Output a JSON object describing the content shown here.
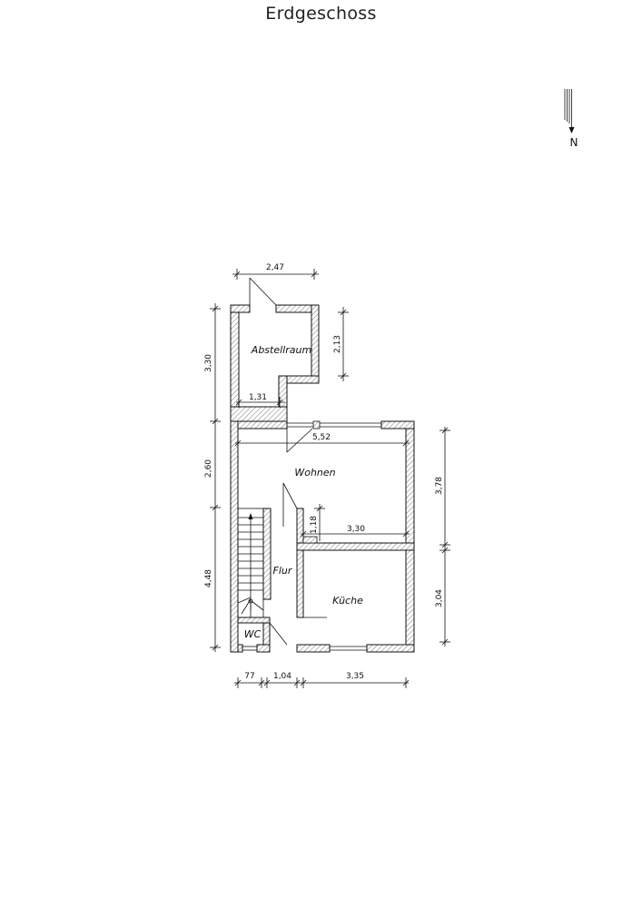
{
  "title": "Erdgeschoss",
  "north_label": "N",
  "rooms": {
    "abstellraum": "Abstellraum",
    "wohnen": "Wohnen",
    "flur": "Flur",
    "kueche": "Küche",
    "wc": "WC"
  },
  "dimensions": {
    "top_width": "2,47",
    "abstell_height": "3,30",
    "abstell_inner_height": "2,13",
    "abstell_bottom_width": "1,31",
    "wohnen_width": "5,52",
    "wohnen_left_height": "2,60",
    "right_upper_height": "3,78",
    "right_lower_height": "3,04",
    "kitchen_wall_width": "3,30",
    "chimney_height": "1,18",
    "lower_left_height": "4,48",
    "bottom_seg1": "77",
    "bottom_seg2": "1,04",
    "bottom_seg3": "3,35"
  }
}
